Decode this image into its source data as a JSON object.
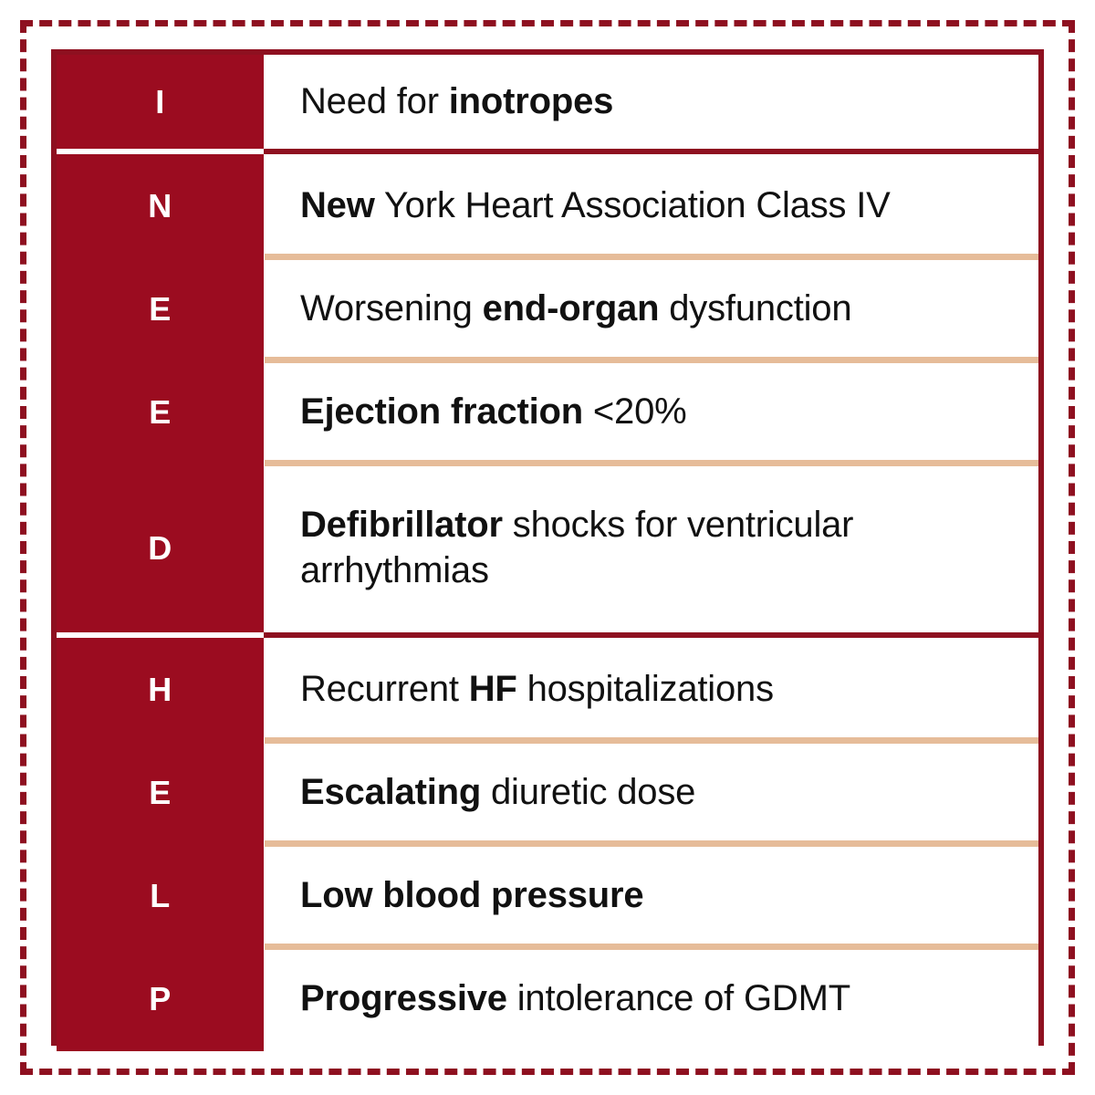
{
  "figure": {
    "kind": "clinical-mnemonic-table",
    "mnemonic": "I NEED HELP",
    "accent_red": "#9B0C20",
    "border_red": "#8E1020",
    "rule_tan": "#E6BC99",
    "background": "#FFFFFF"
  },
  "sections": [
    {
      "id": "i",
      "rows": [
        {
          "letter": "I",
          "parts": [
            {
              "text": "Need for ",
              "bold": false
            },
            {
              "text": "inotropes",
              "bold": true
            }
          ],
          "plain": "Need for inotropes"
        }
      ]
    },
    {
      "id": "need",
      "rows": [
        {
          "letter": "N",
          "parts": [
            {
              "text": "New",
              "bold": true
            },
            {
              "text": " York Heart Association Class IV",
              "bold": false
            }
          ],
          "plain": "New York Heart Association Class IV"
        },
        {
          "letter": "E",
          "parts": [
            {
              "text": "Worsening ",
              "bold": false
            },
            {
              "text": "end-organ",
              "bold": true
            },
            {
              "text": " dysfunction",
              "bold": false
            }
          ],
          "plain": "Worsening end-organ dysfunction"
        },
        {
          "letter": "E",
          "parts": [
            {
              "text": "Ejection fraction",
              "bold": true
            },
            {
              "text": " <20%",
              "bold": false
            }
          ],
          "plain": "Ejection fraction <20%"
        },
        {
          "letter": "D",
          "parts": [
            {
              "text": "Defibrillator",
              "bold": true
            },
            {
              "text": " shocks for ventricular arrhythmias",
              "bold": false
            }
          ],
          "plain": "Defibrillator shocks for ventricular arrhythmias"
        }
      ]
    },
    {
      "id": "help",
      "rows": [
        {
          "letter": "H",
          "parts": [
            {
              "text": "Recurrent ",
              "bold": false
            },
            {
              "text": "HF",
              "bold": true
            },
            {
              "text": " hospitalizations",
              "bold": false
            }
          ],
          "plain": "Recurrent HF hospitalizations"
        },
        {
          "letter": "E",
          "parts": [
            {
              "text": "Escalating",
              "bold": true
            },
            {
              "text": " diuretic dose",
              "bold": false
            }
          ],
          "plain": "Escalating diuretic dose"
        },
        {
          "letter": "L",
          "parts": [
            {
              "text": "Low blood pressure",
              "bold": true
            }
          ],
          "plain": "Low blood pressure"
        },
        {
          "letter": "P",
          "parts": [
            {
              "text": "Progressive",
              "bold": true
            },
            {
              "text": " intolerance of GDMT",
              "bold": false
            }
          ],
          "plain": "Progressive intolerance of GDMT"
        }
      ]
    }
  ]
}
